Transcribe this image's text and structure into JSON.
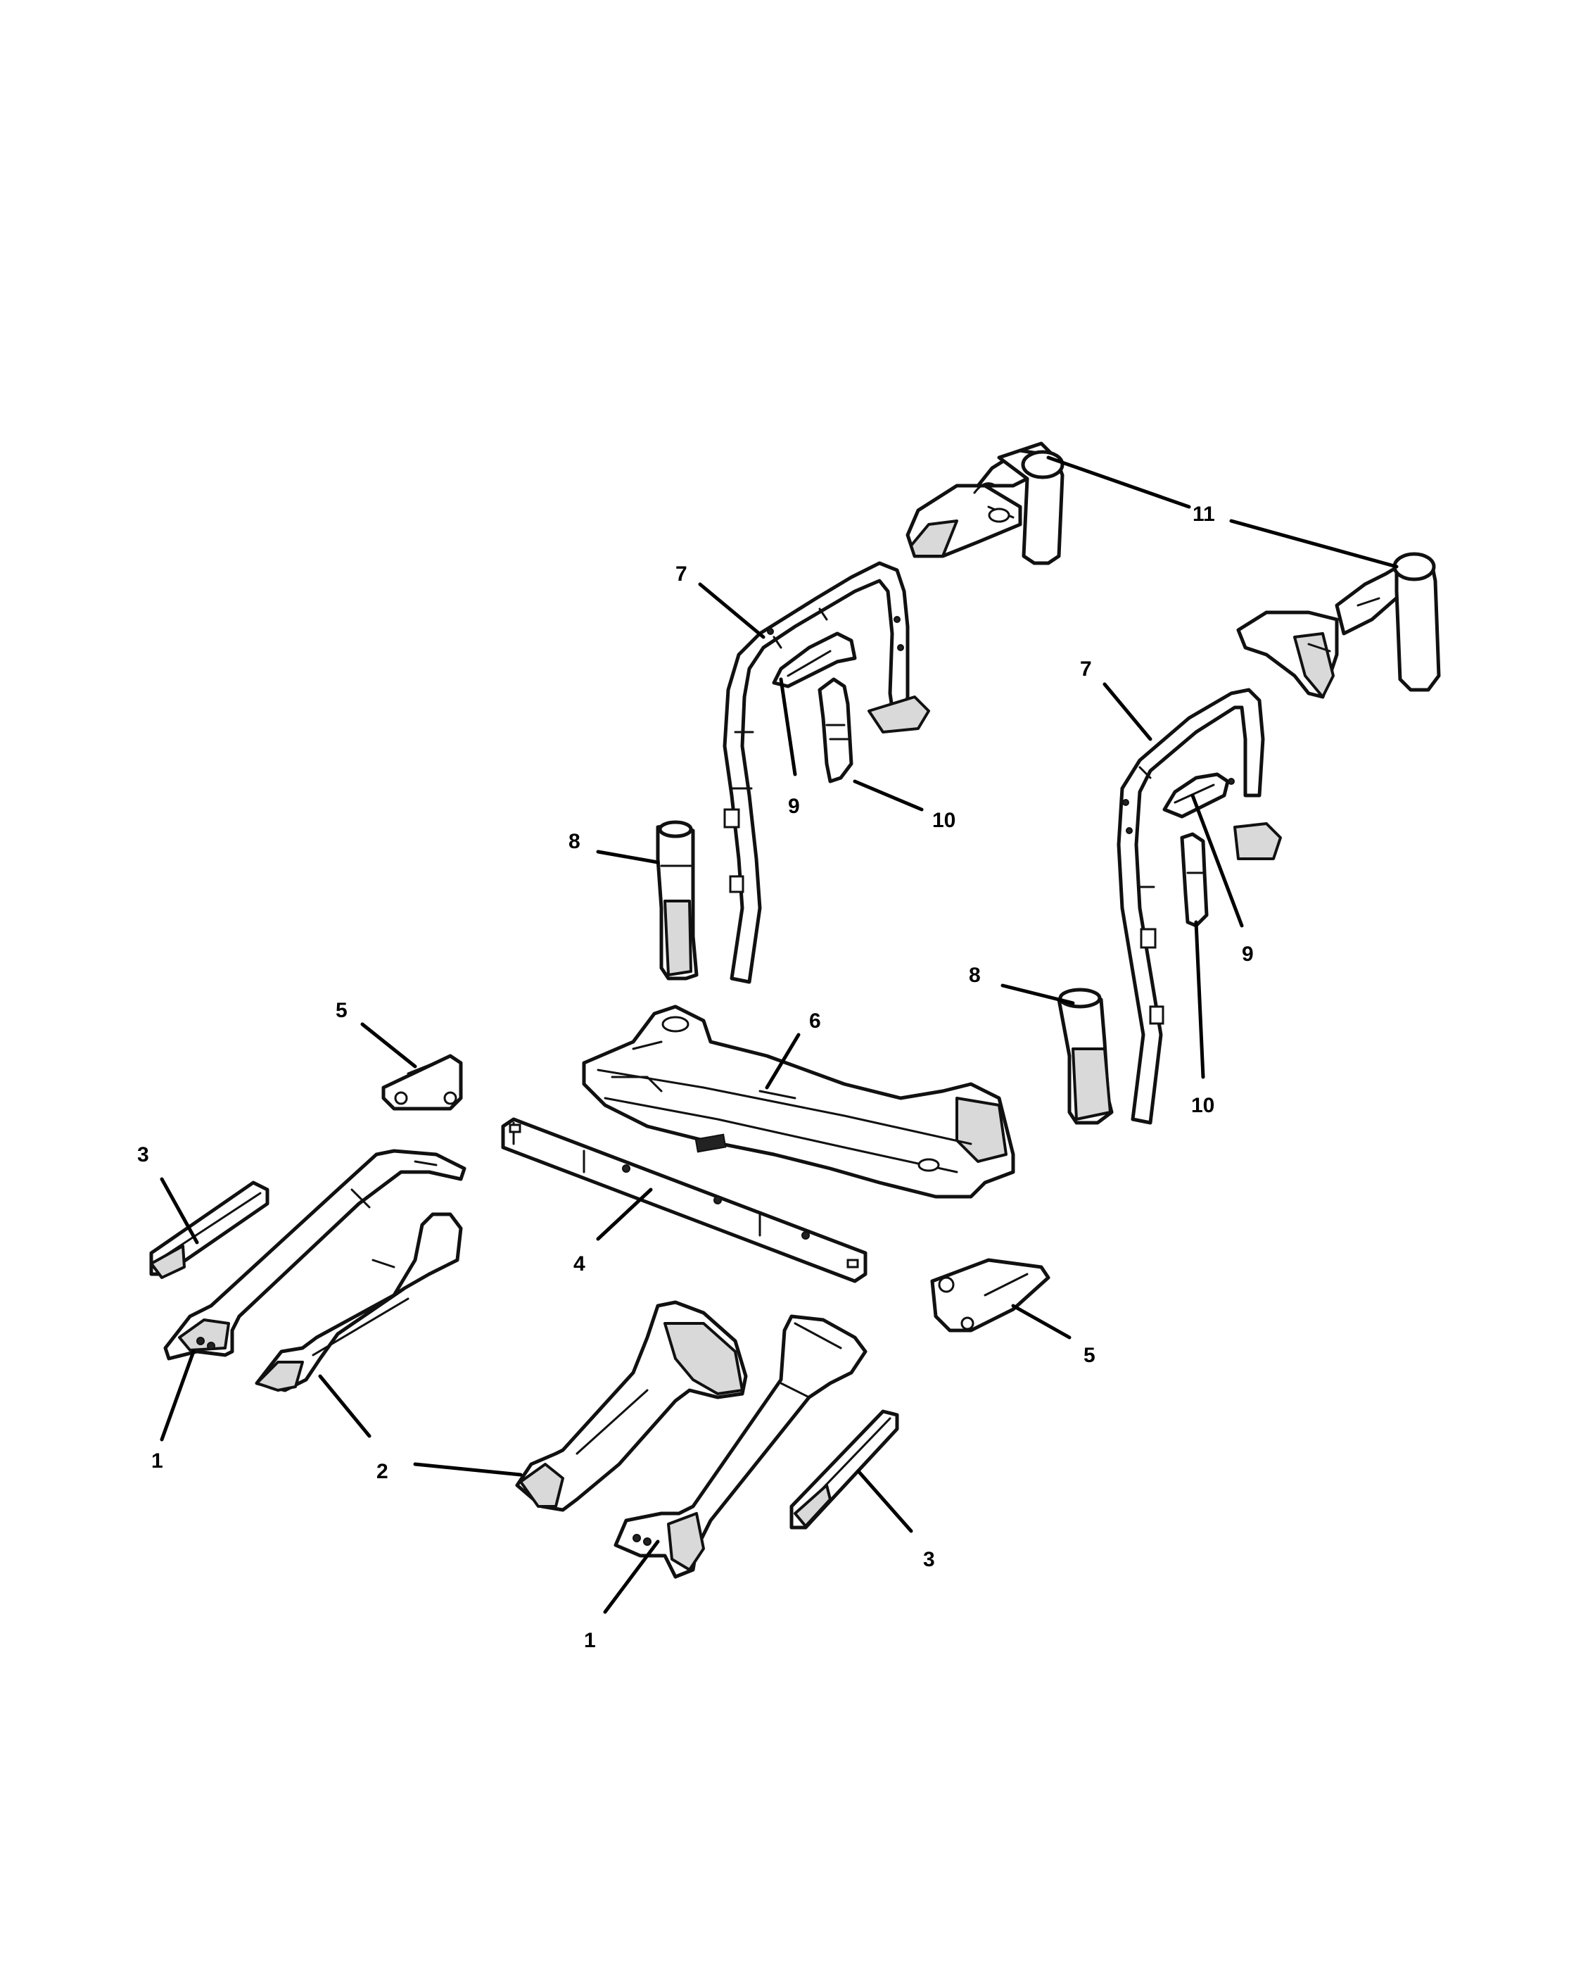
{
  "callouts": [
    {
      "id": "c1a",
      "label": "1",
      "name": "callout-1-left-bracket-arm"
    },
    {
      "id": "c1b",
      "label": "1",
      "name": "callout-1-right-bracket-arm"
    },
    {
      "id": "c2",
      "label": "2",
      "name": "callout-2-floor-tunnel-ducts"
    },
    {
      "id": "c3a",
      "label": "3",
      "name": "callout-3-left-sill-rail"
    },
    {
      "id": "c3b",
      "label": "3",
      "name": "callout-3-right-sill-rail"
    },
    {
      "id": "c4",
      "label": "4",
      "name": "callout-4-cross-member"
    },
    {
      "id": "c5a",
      "label": "5",
      "name": "callout-5-left-gusset"
    },
    {
      "id": "c5b",
      "label": "5",
      "name": "callout-5-right-gusset"
    },
    {
      "id": "c6",
      "label": "6",
      "name": "callout-6-rear-floor-pan"
    },
    {
      "id": "c7a",
      "label": "7",
      "name": "callout-7-left-roll-hoop"
    },
    {
      "id": "c7b",
      "label": "7",
      "name": "callout-7-right-roll-hoop"
    },
    {
      "id": "c8a",
      "label": "8",
      "name": "callout-8-left-pillar-cover"
    },
    {
      "id": "c8b",
      "label": "8",
      "name": "callout-8-right-pillar-cover"
    },
    {
      "id": "c9a",
      "label": "9",
      "name": "callout-9-left-upper-sleeve"
    },
    {
      "id": "c9b",
      "label": "9",
      "name": "callout-9-right-upper-sleeve"
    },
    {
      "id": "c10a",
      "label": "10",
      "name": "callout-10-left-lower-sleeve"
    },
    {
      "id": "c10b",
      "label": "10",
      "name": "callout-10-right-lower-sleeve"
    },
    {
      "id": "c11",
      "label": "11",
      "name": "callout-11-rear-roll-bar"
    }
  ]
}
